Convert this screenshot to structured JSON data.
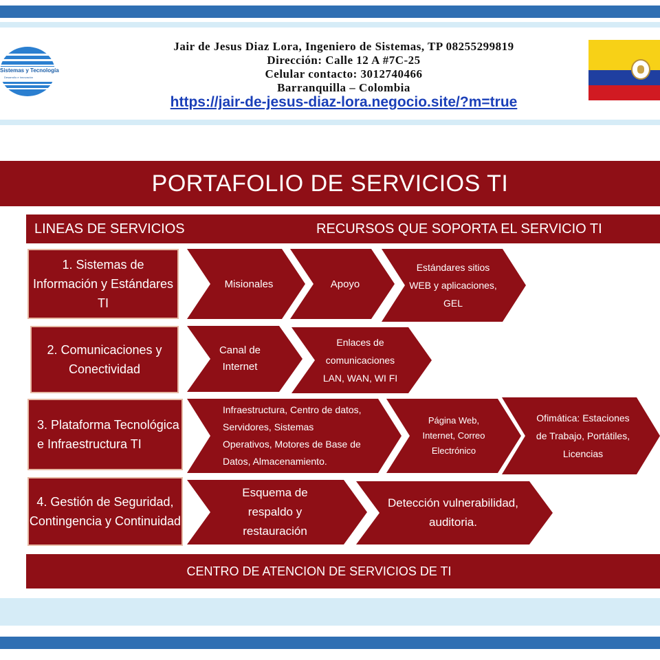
{
  "header": {
    "line1": "Jair de Jesus Diaz Lora, Ingeniero de Sistemas, TP 08255299819",
    "line2": "Dirección: Calle 12 A #7C-25",
    "line3": "Celular contacto: 3012740466",
    "line4": "Barranquilla – Colombia",
    "link": "https://jair-de-jesus-diaz-lora.negocio.site/?m=true"
  },
  "logo": {
    "name": "Sistemas y Tecnología",
    "tagline": "Desarrollo e Innovación"
  },
  "diagram": {
    "title": "PORTAFOLIO DE SERVICIOS TI",
    "col_left": "LINEAS DE SERVICIOS",
    "col_right": "RECURSOS QUE SOPORTA EL SERVICIO TI",
    "rows": [
      {
        "category": "1. Sistemas de Información y Estándares TI",
        "items": [
          "Misionales",
          "Apoyo",
          "Estándares sitios WEB y aplicaciones, GEL"
        ]
      },
      {
        "category": "2. Comunicaciones y Conectividad",
        "items": [
          "Canal de Internet",
          "Enlaces de comunicaciones LAN, WAN, WI FI"
        ]
      },
      {
        "category": "3. Plataforma Tecnológica e Infraestructura TI",
        "items": [
          "Infraestructura, Centro de datos, Servidores, Sistemas Operativos, Motores de Base de Datos, Almacenamiento.",
          "Página Web, Internet, Correo Electrónico",
          "Ofimática: Estaciones de Trabajo, Portátiles, Licencias"
        ]
      },
      {
        "category": "4. Gestión de Seguridad, Contingencia y Continuidad",
        "items": [
          "Esquema de respaldo y restauración",
          "Detección vulnerabilidad, auditoria."
        ]
      }
    ],
    "footer": "CENTRO DE ATENCION DE SERVICIOS DE TI"
  },
  "colors": {
    "maroon": "#8f0f16",
    "blue_band": "#2f6fb3",
    "link": "#1a3fb8"
  }
}
